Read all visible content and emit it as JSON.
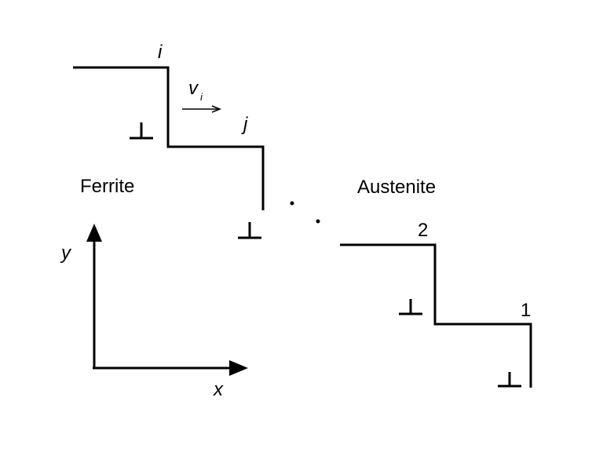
{
  "labels": {
    "step_i": "i",
    "step_j": "j",
    "velocity": "v",
    "velocity_subscript": "i",
    "step_2": "2",
    "step_1": "1",
    "phase_left": "Ferrite",
    "phase_right": "Austenite",
    "axis_y": "y",
    "axis_x": "x"
  },
  "dislocation_symbol": "⊥",
  "colors": {
    "ink": "#000000",
    "background": "#ffffff"
  }
}
